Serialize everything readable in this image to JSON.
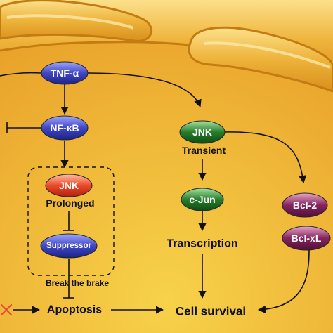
{
  "nodes": {
    "tnf": "TNF-α",
    "nfkb": "NF-κB",
    "jnk_left": "JNK",
    "suppressor": "Suppressor",
    "jnk_right": "JNK",
    "cjun": "c-Jun",
    "bcl2": "Bcl-2",
    "bclxl": "Bcl-xL"
  },
  "labels": {
    "prolonged": "Prolonged",
    "break_the_brake": "Break the brake",
    "transient": "Transient",
    "transcription": "Transcription",
    "apoptosis": "Apoptosis",
    "cell_survival": "Cell survival"
  },
  "colors": {
    "cytoplasm": "#f2c230",
    "membrane": "#e2a023",
    "blue_node": "#3b3fb8",
    "red_node": "#e7452c",
    "green_node": "#1f7a23",
    "purple_node": "#7b1f55",
    "inhibited": "#e74c3c"
  }
}
